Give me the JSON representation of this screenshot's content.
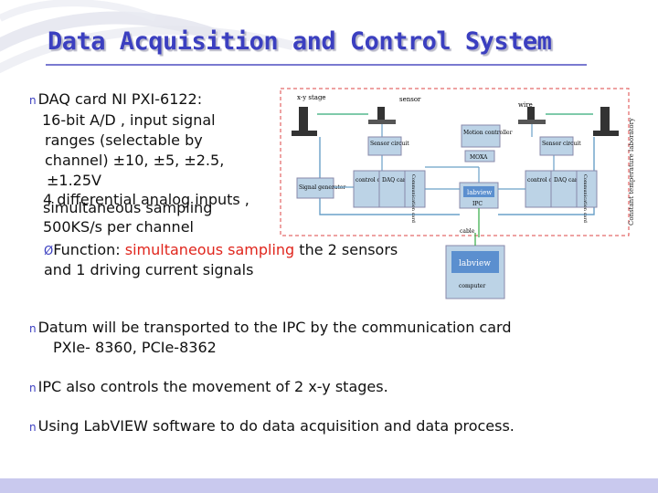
{
  "title": "Data Acquisition and Control System",
  "spec_lines": [
    "DAQ card NI PXI-6122:",
    "16-bit A/D , input signal",
    "ranges (selectable by",
    "channel) ±10, ±5, ±2.5,",
    "±1.25V",
    "4 differential analog inputs ,",
    "simultaneous sampling",
    "500KS/s per channel"
  ],
  "function_line": {
    "arrow": "Ø",
    "prefix": "Function: ",
    "highlight": "simultaneous sampling",
    "suffix": " the 2 sensors",
    "line2": "and 1 driving current signals"
  },
  "bullets": [
    {
      "line1": "Datum will be transported to the IPC by the communication card",
      "line2": "PXIe- 8360, PCIe-8362"
    },
    {
      "line1": "IPC also controls the movement of 2 x-y stages.",
      "line2": ""
    },
    {
      "line1": "Using LabVIEW software to do data acquisition and data process.",
      "line2": ""
    }
  ],
  "bullet_glyph": "n",
  "diagram": {
    "xy_stage": "x-y stage",
    "sensor": "sensor",
    "wire": "wire",
    "motion_controller": "Motion controller",
    "moxa": "MOXA",
    "sensor_circuit_left": "Sensor circuit",
    "sensor_circuit_right": "Sensor circuit",
    "signal_generator": "Signal generator",
    "control_card": "control card",
    "daq_card": "DAQ card",
    "comm_card": "Communication card",
    "labview": "labview",
    "ipc": "IPC",
    "cable": "cable",
    "computer": "computer",
    "side_label": "Constant temperature laboratory"
  },
  "colors": {
    "title": "#3b3fc0",
    "highlight": "#e0261d",
    "box_fill": "#bcd3e6",
    "labview_fill": "#5b8fcf",
    "footer": "#c9c9ee"
  }
}
